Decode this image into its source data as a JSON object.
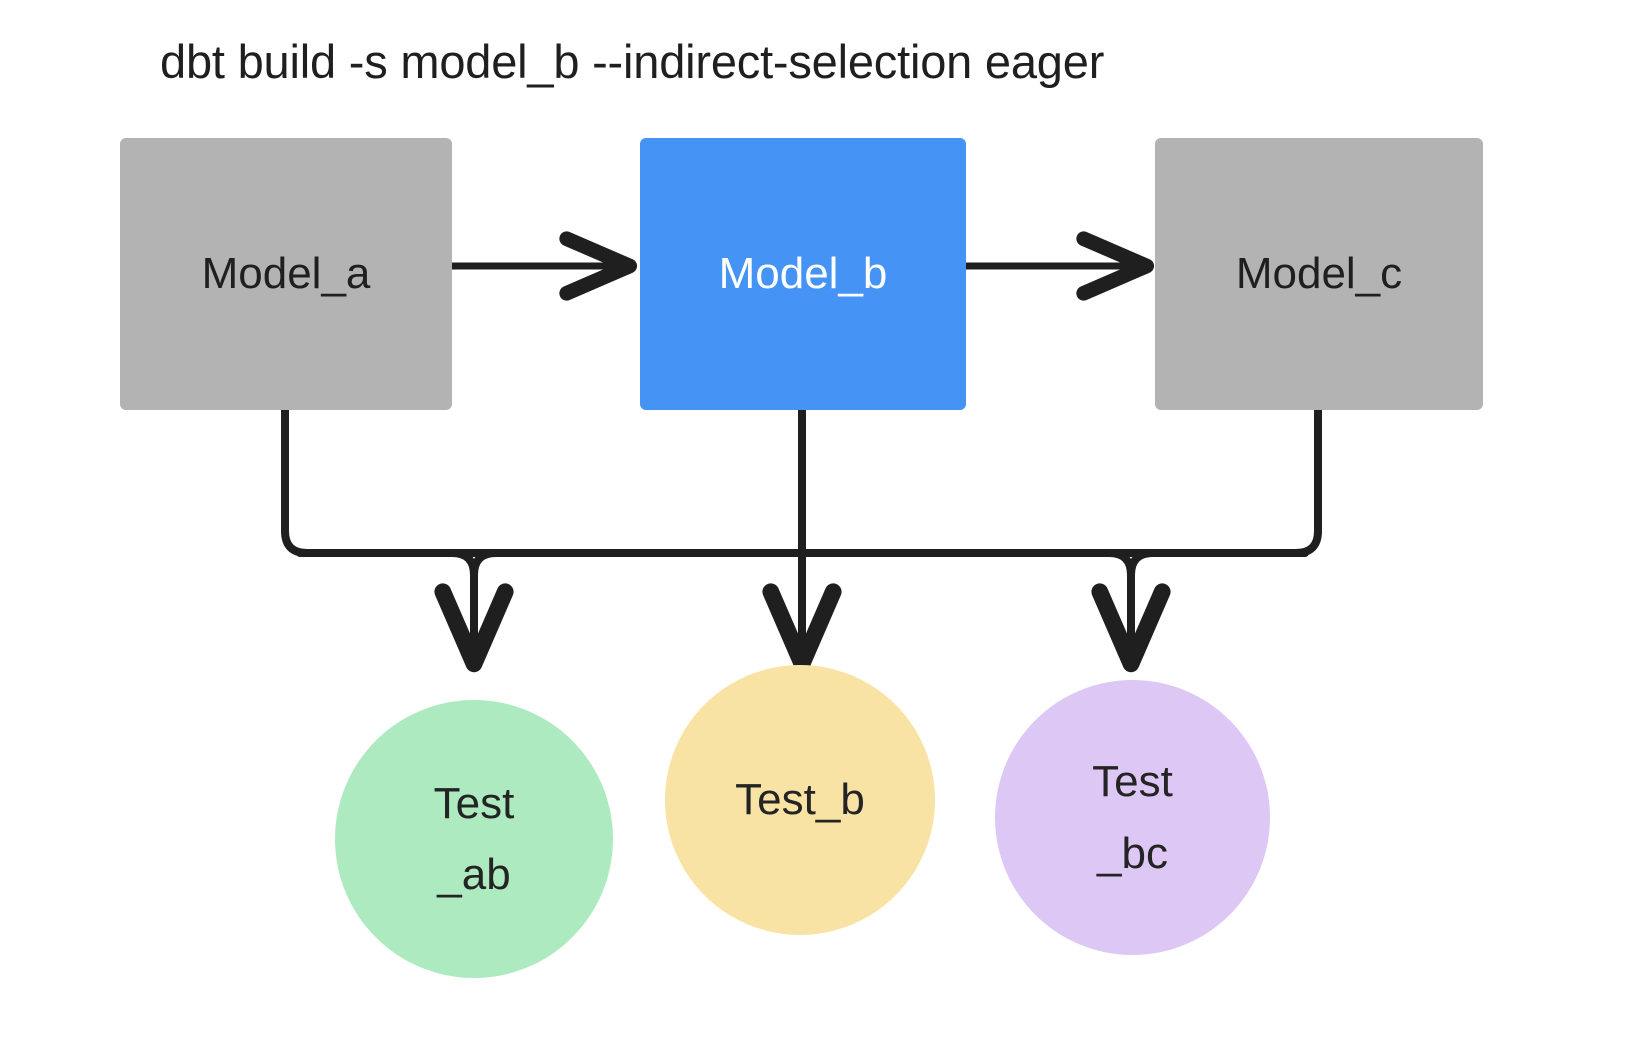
{
  "diagram": {
    "title": "dbt build -s model_b --indirect-selection eager",
    "background": "#ffffff",
    "colors": {
      "model_default": "#b3b3b3",
      "model_selected": "#4593f5",
      "selected_text": "#ffffff",
      "test_ab": "#aeeabf",
      "test_b": "#f9e3a4",
      "test_bc": "#dcc7f5",
      "edge": "#1f1f1f",
      "text": "#1f1f1f"
    },
    "models": [
      {
        "id": "model_a",
        "label": "Model_a",
        "state": "unselected"
      },
      {
        "id": "model_b",
        "label": "Model_b",
        "state": "selected"
      },
      {
        "id": "model_c",
        "label": "Model_c",
        "state": "unselected"
      }
    ],
    "tests": [
      {
        "id": "test_ab",
        "label_line1": "Test",
        "label_line2": "_ab",
        "color_key": "test_ab"
      },
      {
        "id": "test_b",
        "label_line1": "Test_b",
        "label_line2": "",
        "color_key": "test_b"
      },
      {
        "id": "test_bc",
        "label_line1": "Test",
        "label_line2": "_bc",
        "color_key": "test_bc"
      }
    ],
    "edges": [
      {
        "from": "model_a",
        "to": "model_b",
        "kind": "arrow-right"
      },
      {
        "from": "model_b",
        "to": "model_c",
        "kind": "arrow-right"
      },
      {
        "from": "model_a",
        "to": "test_ab",
        "kind": "elbow-down"
      },
      {
        "from": "model_a",
        "to": "test_b",
        "kind": "elbow-down"
      },
      {
        "from": "model_a",
        "to": "test_bc",
        "kind": "elbow-down"
      },
      {
        "from": "model_b",
        "to": "test_ab",
        "kind": "elbow-down"
      },
      {
        "from": "model_b",
        "to": "test_b",
        "kind": "elbow-down"
      },
      {
        "from": "model_b",
        "to": "test_bc",
        "kind": "elbow-down"
      },
      {
        "from": "model_c",
        "to": "test_ab",
        "kind": "elbow-down"
      },
      {
        "from": "model_c",
        "to": "test_b",
        "kind": "elbow-down"
      },
      {
        "from": "model_c",
        "to": "test_bc",
        "kind": "elbow-down"
      }
    ]
  }
}
